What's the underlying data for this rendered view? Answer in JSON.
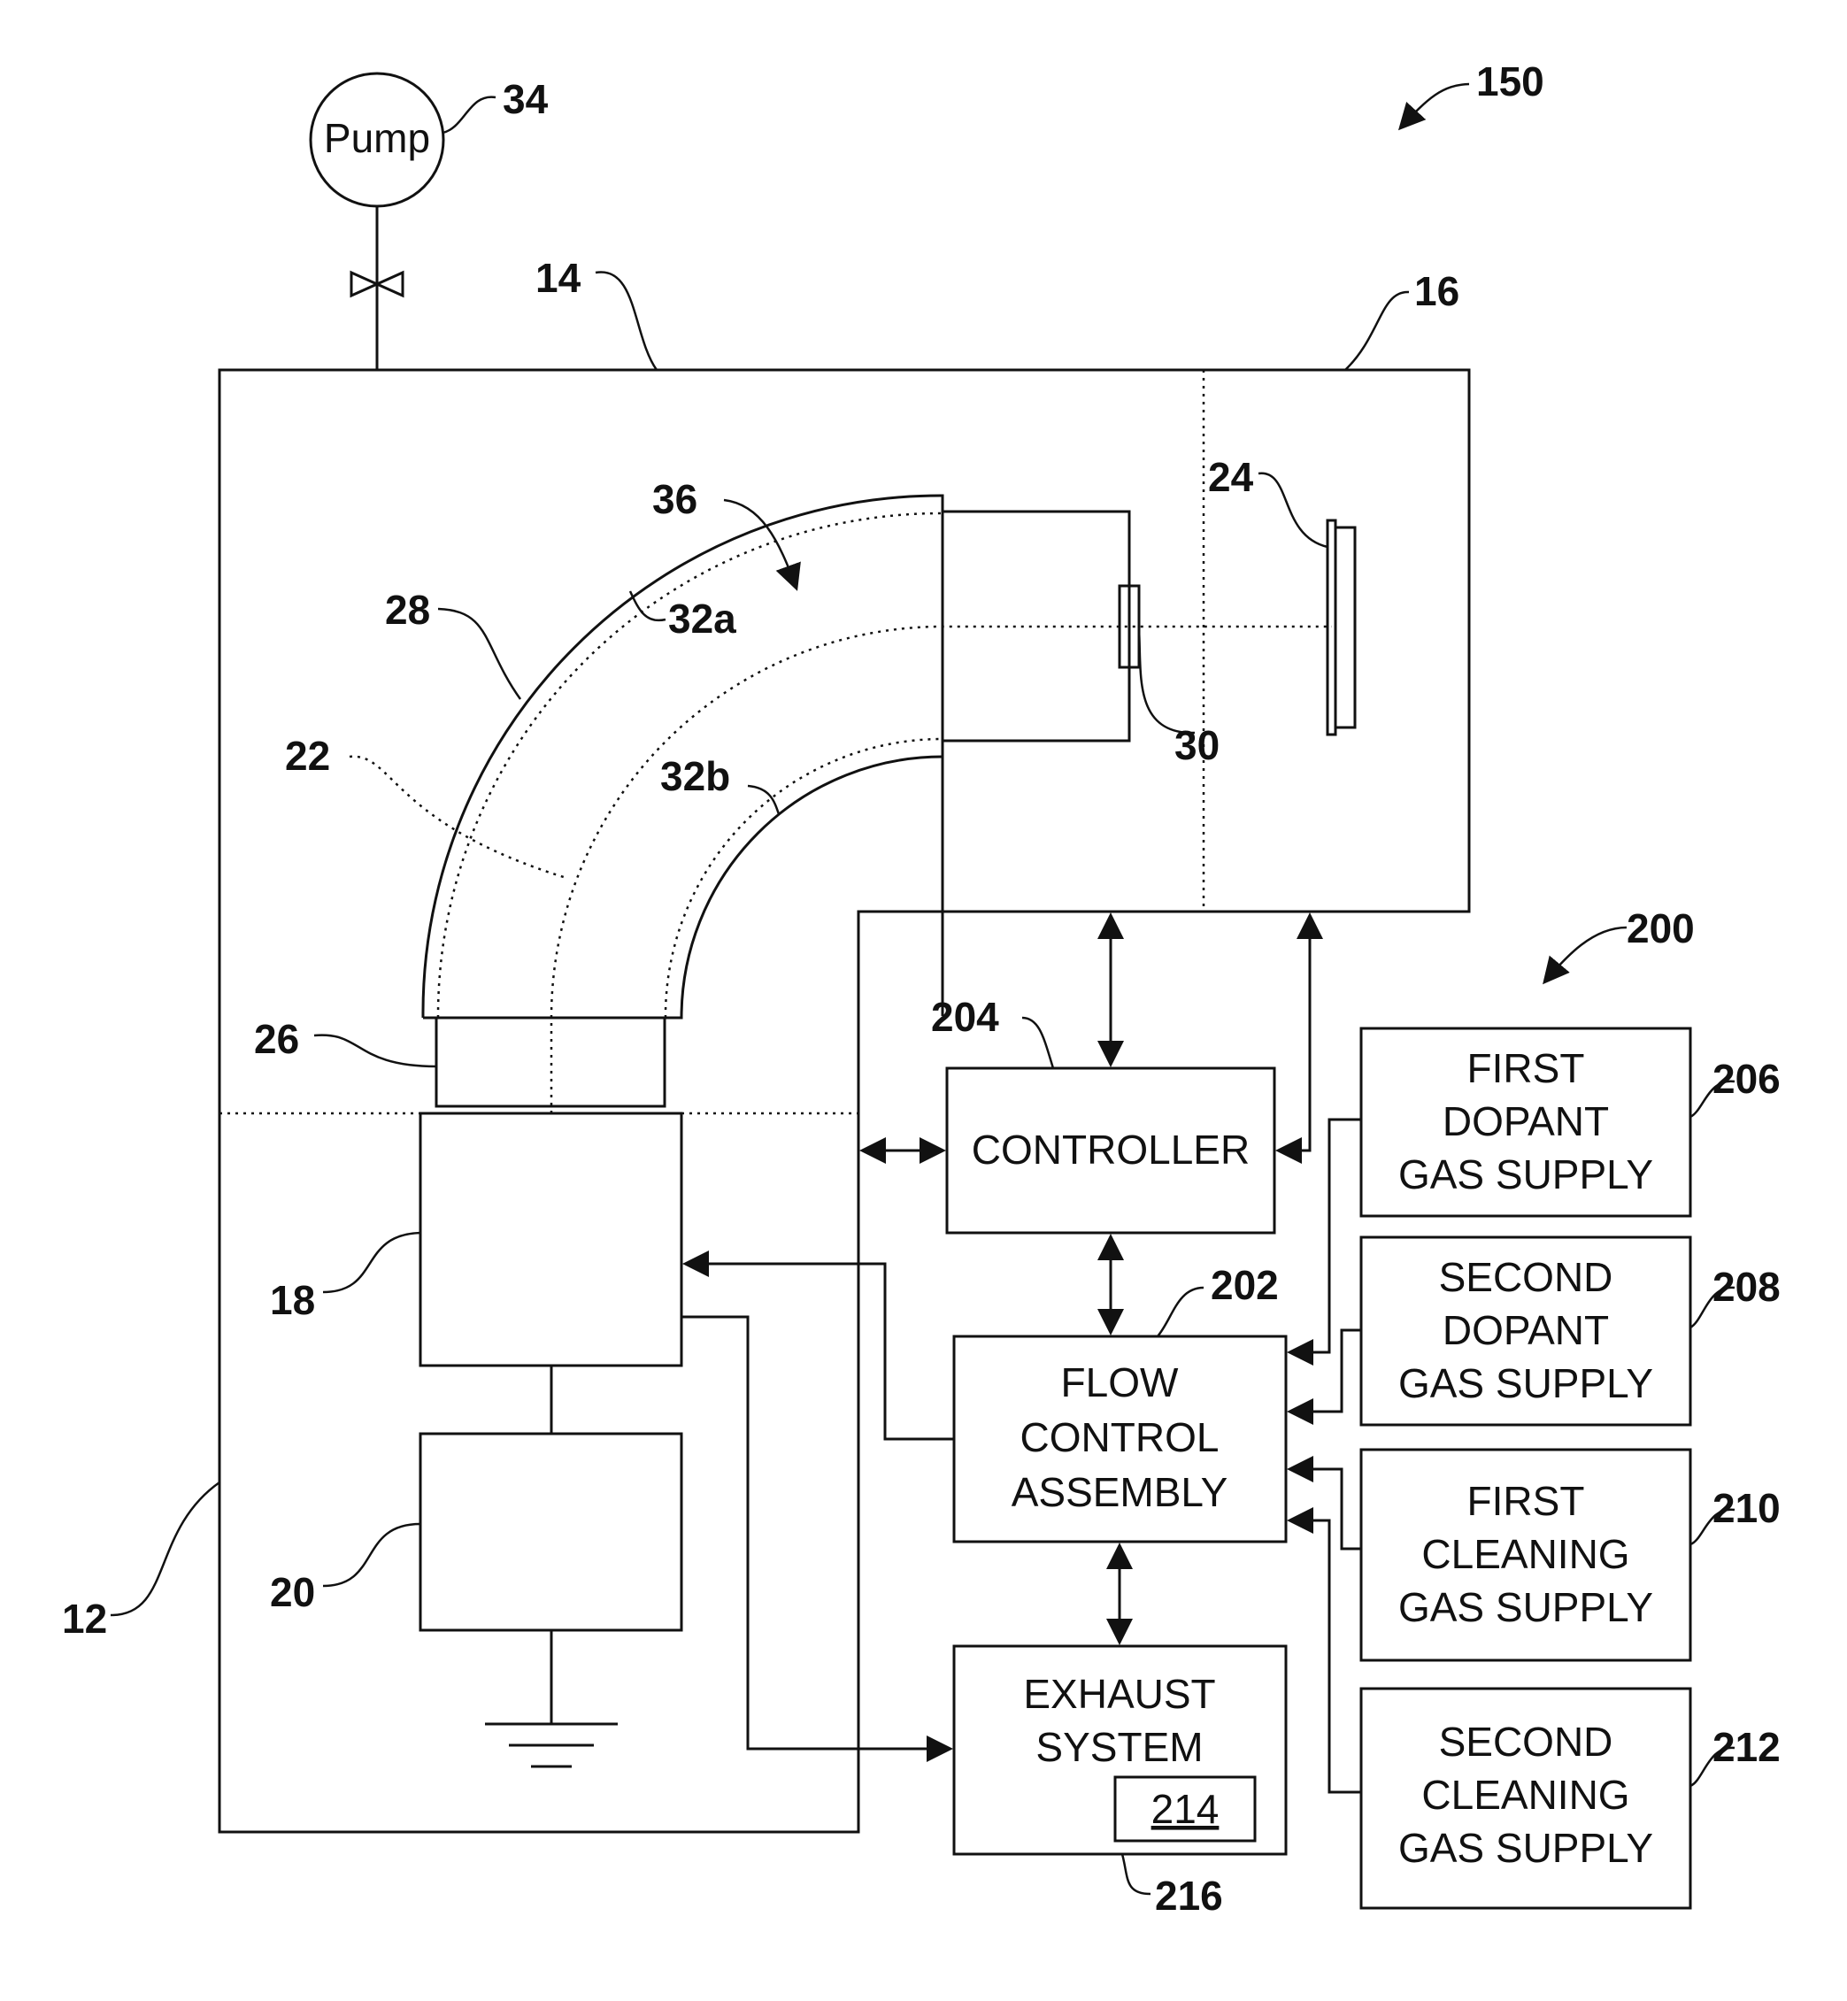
{
  "pump_label": "Pump",
  "refs": {
    "r150": "150",
    "r34": "34",
    "r14": "14",
    "r16": "16",
    "r36": "36",
    "r24": "24",
    "r28": "28",
    "r32a": "32a",
    "r22": "22",
    "r32b": "32b",
    "r30": "30",
    "r200": "200",
    "r204": "204",
    "r206": "206",
    "r26": "26",
    "r202": "202",
    "r208": "208",
    "r18": "18",
    "r210": "210",
    "r20": "20",
    "r12": "12",
    "r212": "212",
    "r216": "216"
  },
  "controller": {
    "label": "CONTROLLER"
  },
  "flow_control": {
    "lines": [
      "FLOW",
      "CONTROL",
      "ASSEMBLY"
    ]
  },
  "exhaust": {
    "lines": [
      "EXHAUST",
      "SYSTEM"
    ],
    "inner_ref": "214"
  },
  "supplies": [
    {
      "lines": [
        "FIRST",
        "DOPANT",
        "GAS SUPPLY"
      ]
    },
    {
      "lines": [
        "SECOND",
        "DOPANT",
        "GAS SUPPLY"
      ]
    },
    {
      "lines": [
        "FIRST",
        "CLEANING",
        "GAS SUPPLY"
      ]
    },
    {
      "lines": [
        "SECOND",
        "CLEANING",
        "GAS SUPPLY"
      ]
    }
  ]
}
